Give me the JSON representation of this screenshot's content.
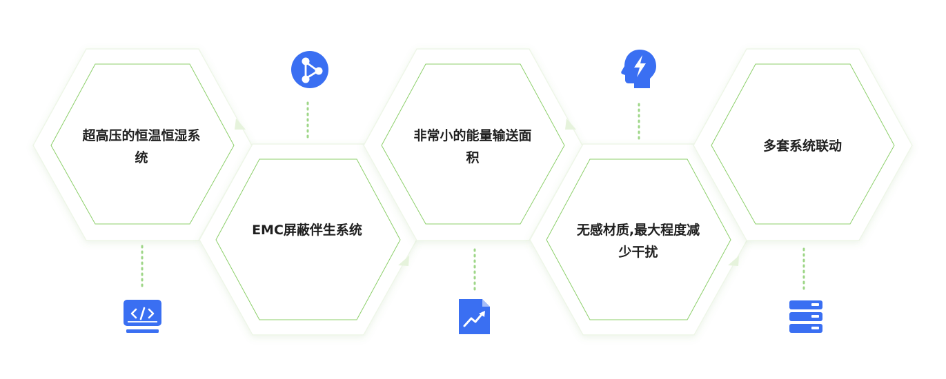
{
  "colors": {
    "accent_green": "#8ccf6a",
    "icon_blue": "#3a6ff2",
    "text": "#1f1f1f"
  },
  "features": [
    {
      "label": "超高压的恒温恒湿系统",
      "icon": "code-monitor-icon"
    },
    {
      "label": "EMC屏蔽伴生系统",
      "icon": "share-nodes-icon"
    },
    {
      "label": "非常小的能量输送面积",
      "icon": "trend-document-icon"
    },
    {
      "label": "无感材质,最大程度减少干扰",
      "icon": "brain-lightning-icon"
    },
    {
      "label": "多套系统联动",
      "icon": "server-stack-icon"
    }
  ]
}
